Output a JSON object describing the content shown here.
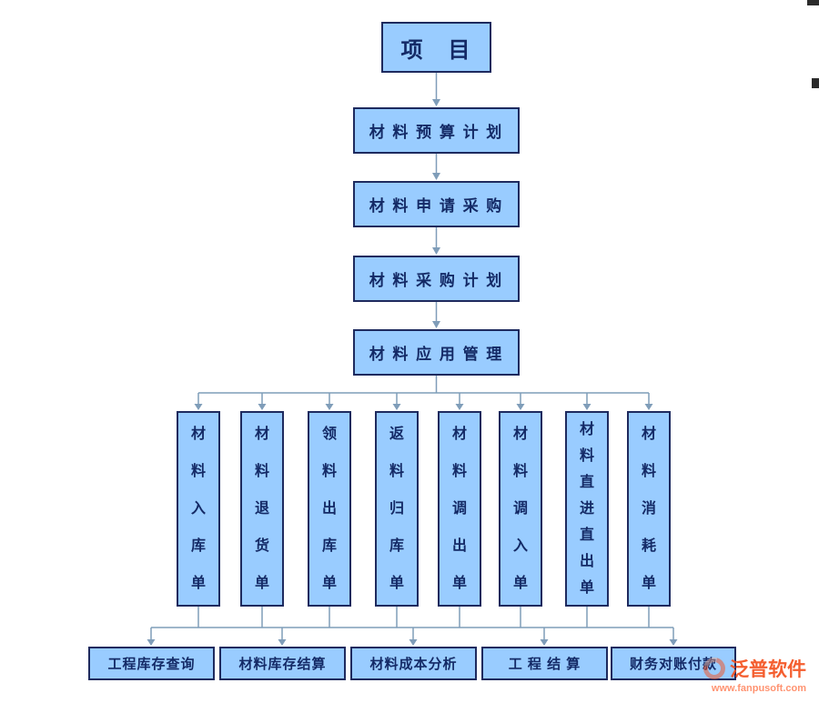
{
  "diagram": {
    "root": {
      "label": "项　目"
    },
    "chain": [
      {
        "label": "材 料 预 算 计 划"
      },
      {
        "label": "材 料 申 请 采 购"
      },
      {
        "label": "材 料 采 购 计 划"
      },
      {
        "label": "材 料 应 用 管 理"
      }
    ],
    "columns": [
      {
        "label": "材料入库单"
      },
      {
        "label": "材料退货单"
      },
      {
        "label": "领料出库单"
      },
      {
        "label": "返料归库单"
      },
      {
        "label": "材料调出单"
      },
      {
        "label": "材料调入单"
      },
      {
        "label": "材料直进直出单"
      },
      {
        "label": "材料消耗单"
      }
    ],
    "bottom_row": [
      {
        "label": "工程库存查询"
      },
      {
        "label": "材料库存结算"
      },
      {
        "label": "材料成本分析"
      },
      {
        "label": "工 程 结 算"
      },
      {
        "label": "财务对账付款"
      }
    ],
    "colors": {
      "box_fill": "#99CCFF",
      "box_border": "#1E2A5E",
      "box_text": "#142A66",
      "connector": "#7F9DB9"
    }
  },
  "watermark": {
    "brand": "泛普软件",
    "url": "www.fanpusoft.com",
    "color": "#F4511E"
  }
}
